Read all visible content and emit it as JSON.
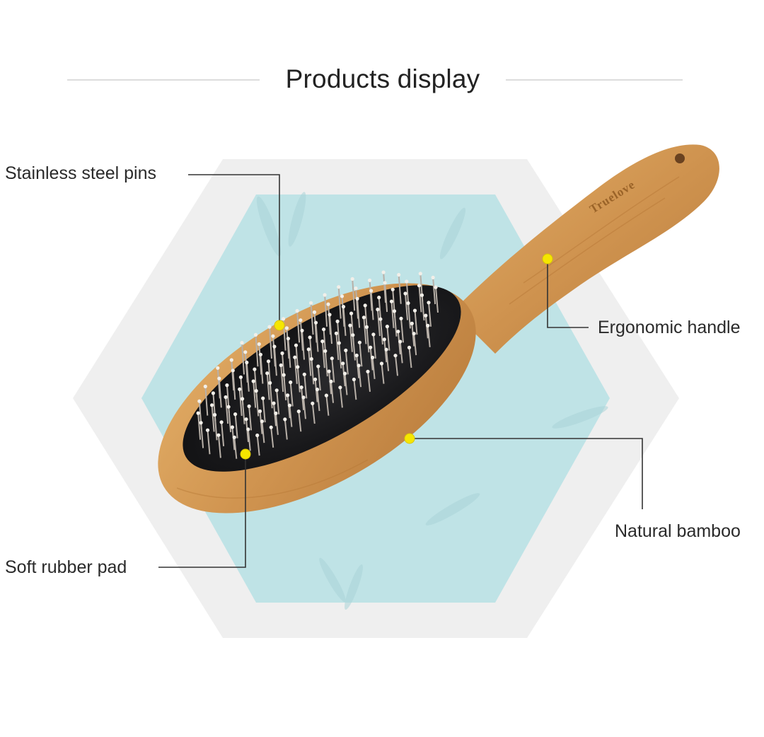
{
  "header": {
    "title": "Products display"
  },
  "product": {
    "brand_mark": "Truelove",
    "callouts": {
      "pins": "Stainless steel pins",
      "handle": "Ergonomic handle",
      "bamboo": "Natural bamboo",
      "pad": "Soft rubber pad"
    }
  },
  "colors": {
    "hexagon_outer": "#eeeeee",
    "hexagon_inner": "#bfe3e6",
    "bamboo_wood": "#d39a55",
    "rubber_pad": "#1e1e20",
    "marker": "#f5e600",
    "leader_line": "#333333"
  }
}
